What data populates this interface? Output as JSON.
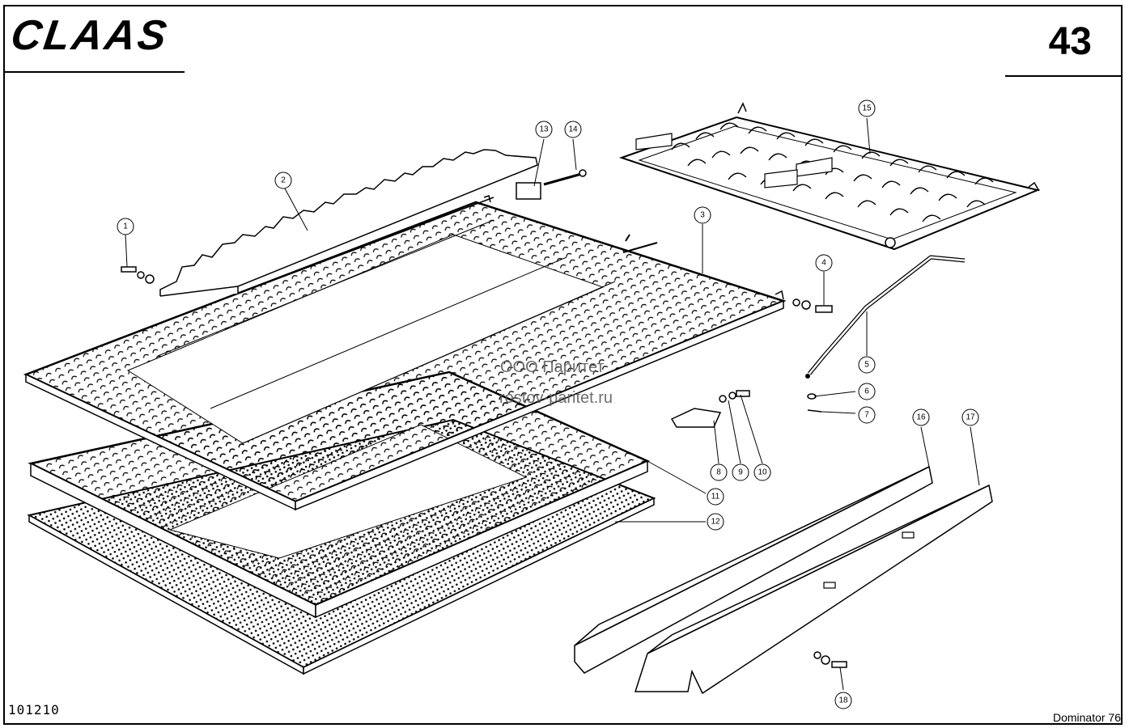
{
  "header": {
    "brand": "CLAAS",
    "page_number": "43"
  },
  "footer": {
    "document_number": "101210",
    "model": "Dominator 76"
  },
  "watermark": {
    "line1": "ООО Паритет",
    "line2": "rostov-paritet.ru"
  },
  "callouts": [
    {
      "label": "1"
    },
    {
      "label": "2"
    },
    {
      "label": "3"
    },
    {
      "label": "4"
    },
    {
      "label": "5"
    },
    {
      "label": "6"
    },
    {
      "label": "7"
    },
    {
      "label": "8"
    },
    {
      "label": "9"
    },
    {
      "label": "10"
    },
    {
      "label": "11"
    },
    {
      "label": "12"
    },
    {
      "label": "13"
    },
    {
      "label": "14"
    },
    {
      "label": "15"
    },
    {
      "label": "16"
    },
    {
      "label": "17"
    },
    {
      "label": "18"
    }
  ]
}
